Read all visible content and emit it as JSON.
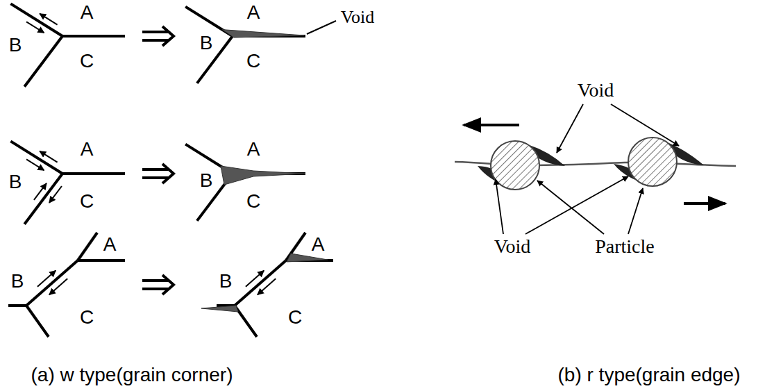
{
  "diagram": {
    "labels": [
      "Void",
      "A",
      "B",
      "C",
      "A",
      "B",
      "C",
      "A",
      "B",
      "C",
      "A",
      "B",
      "C",
      "A",
      "B",
      "C",
      "A",
      "B",
      "C",
      "Void",
      "Void",
      "Particle",
      "(a) w type(grain corner)",
      "(b) r type(grain edge)"
    ]
  }
}
